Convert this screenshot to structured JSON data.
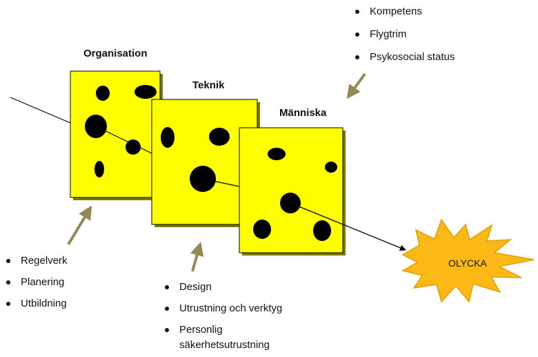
{
  "colors": {
    "slice_fill": "#ffff00",
    "hole": "#000000",
    "arrow": "#938953",
    "burst_fill": "#fbb817",
    "burst_stroke": "#e0a000",
    "line": "#000000"
  },
  "layers": [
    {
      "title": "Organisation"
    },
    {
      "title": "Teknik"
    },
    {
      "title": "Människa"
    }
  ],
  "outcome": {
    "label": "OLYCKA"
  },
  "lists": {
    "human_factors": [
      "Kompetens",
      "Flygtrim",
      "Psykosocial status"
    ],
    "organisation_factors": [
      "Regelverk",
      "Planering",
      "Utbildning"
    ],
    "technical_factors": [
      "Design",
      "Utrustning och verktyg",
      "Personlig",
      "säkerhetsutrustning"
    ]
  }
}
